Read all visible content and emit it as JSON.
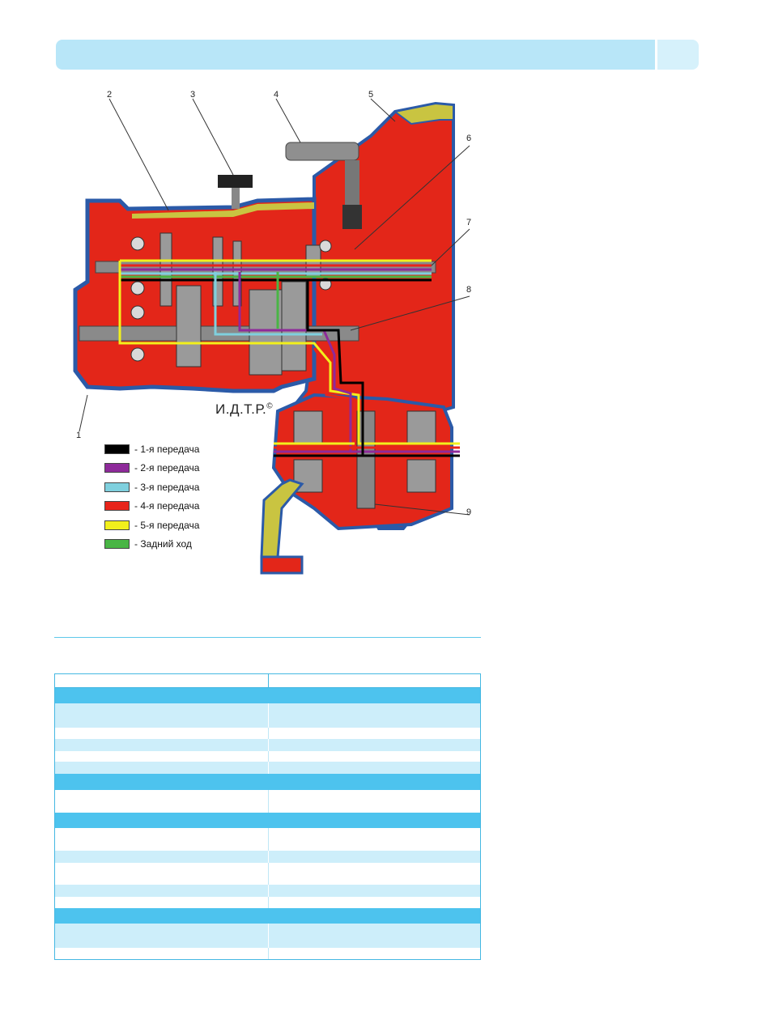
{
  "page": {
    "header_bar_color": "#b8e6f8",
    "accent_color": "#4dc3ee"
  },
  "figure": {
    "callouts": [
      "1",
      "2",
      "3",
      "4",
      "5",
      "6",
      "7",
      "8",
      "9"
    ],
    "watermark": "И.Д.Т.Р.",
    "watermark_mark": "©",
    "legend": [
      {
        "color": "#000000",
        "label": "- 1-я  передача"
      },
      {
        "color": "#8e2a9a",
        "label": "- 2-я  передача"
      },
      {
        "color": "#7fd0de",
        "label": "- 3-я  передача"
      },
      {
        "color": "#e8241a",
        "label": "- 4-я  передача"
      },
      {
        "color": "#f2f01c",
        "label": "- 5-я  передача"
      },
      {
        "color": "#49b545",
        "label": "- Задний ход"
      }
    ]
  },
  "table": {
    "rows": [
      "header",
      "section",
      "light",
      "light",
      "white",
      "light",
      "white",
      "light",
      "section",
      "white",
      "white",
      "section",
      "white",
      "white",
      "light",
      "white",
      "white",
      "light",
      "white",
      "section",
      "light",
      "light",
      "white"
    ]
  }
}
